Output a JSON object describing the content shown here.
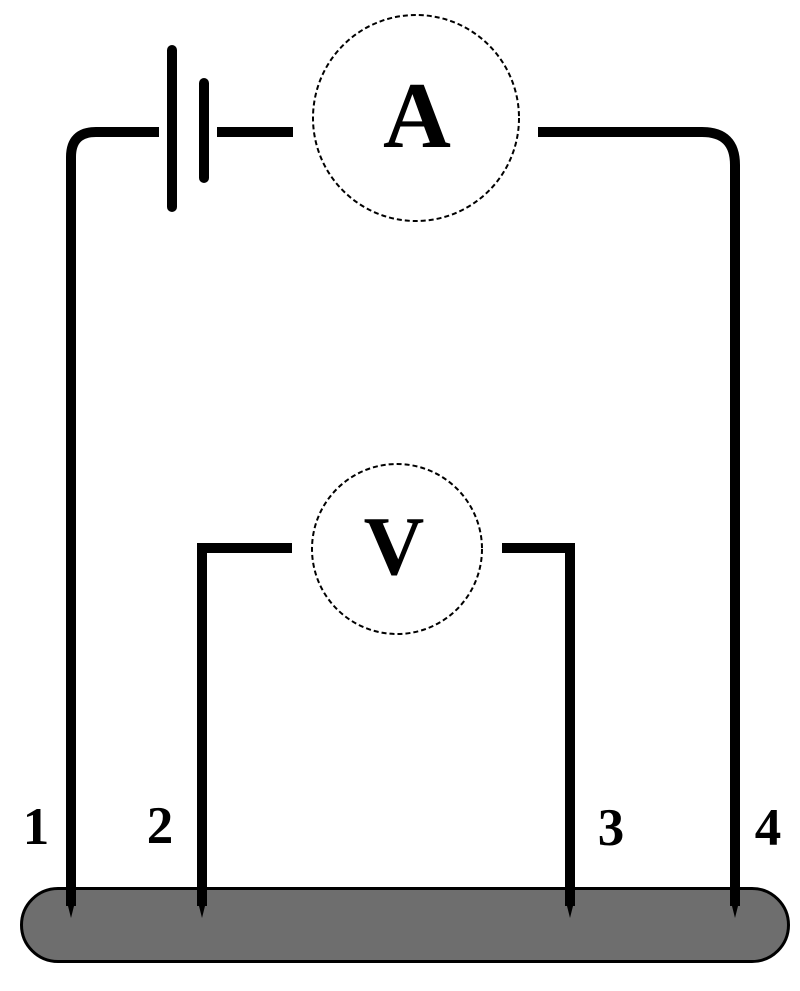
{
  "diagram": {
    "ammeter_label": "A",
    "voltmeter_label": "V",
    "probe_labels": [
      "1",
      "2",
      "3",
      "4"
    ],
    "colors": {
      "wire": "#000000",
      "sample_fill": "#6e6e6e",
      "sample_outline": "#000000",
      "background": "#ffffff"
    }
  }
}
